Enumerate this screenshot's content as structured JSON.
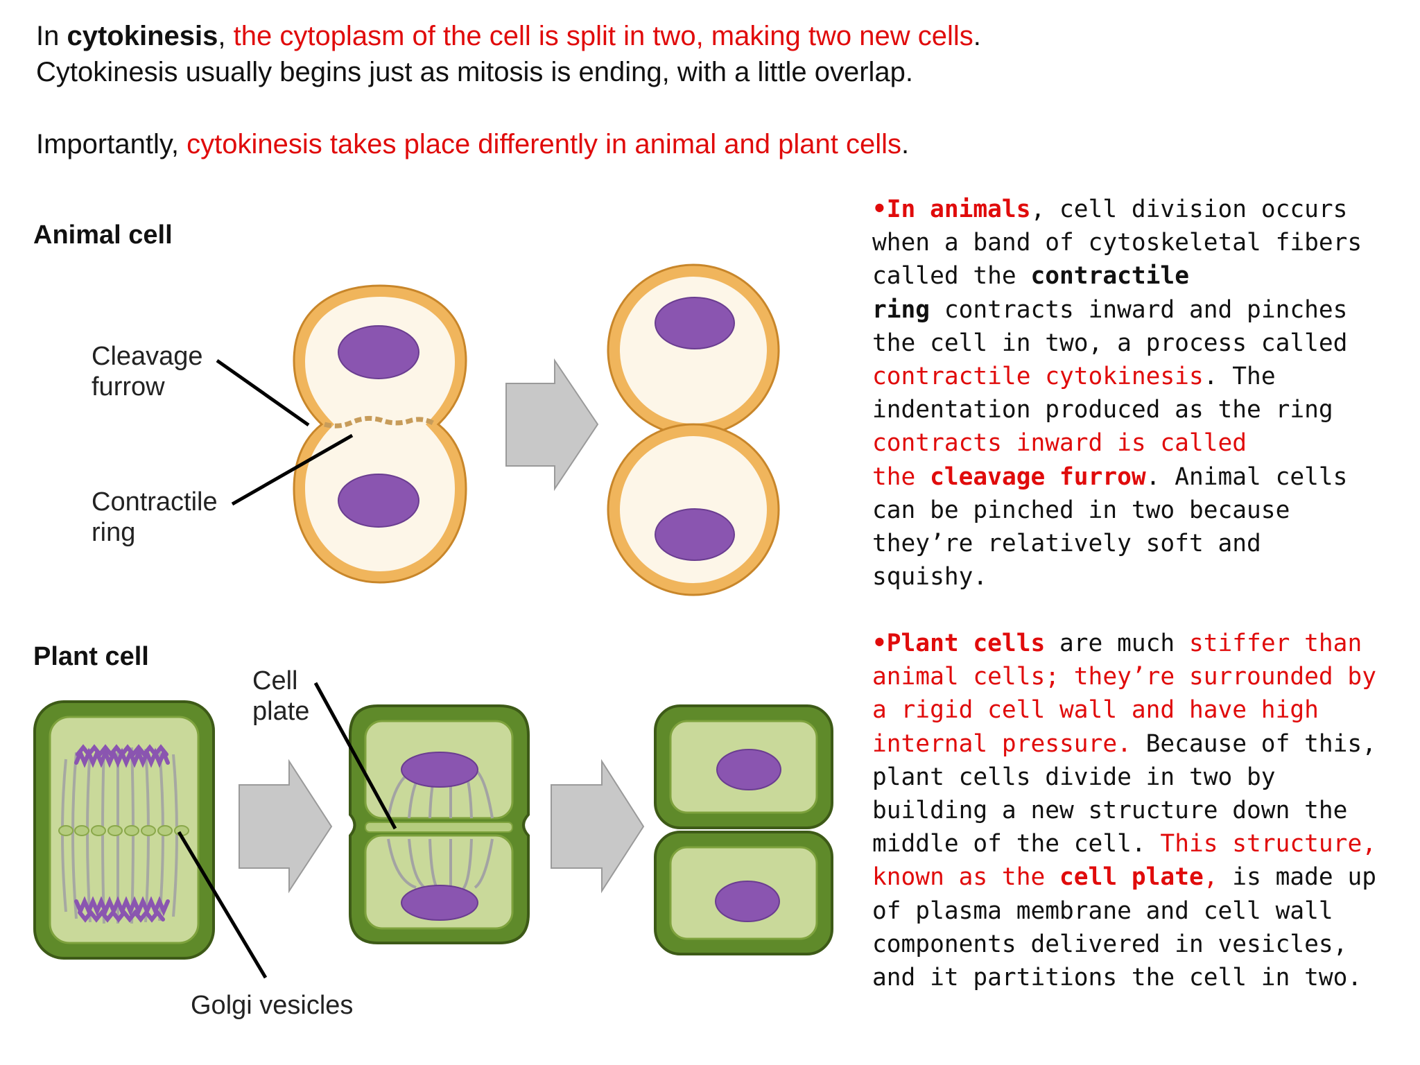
{
  "intro": {
    "line1_a": "In ",
    "line1_b": "cytokinesis",
    "line1_c": ", ",
    "line1_d": "the cytoplasm of the cell is split in two, making two new cells",
    "line1_e": ".",
    "line2": "Cytokinesis usually begins just as mitosis is ending, with a little overlap.",
    "line3_a": "Importantly, ",
    "line3_b": "cytokinesis takes place differently in animal and plant cells",
    "line3_c": "."
  },
  "animal_diagram": {
    "title": "Animal cell",
    "label_furrow_1": "Cleavage",
    "label_furrow_2": "furrow",
    "label_ring_1": "Contractile",
    "label_ring_2": "ring"
  },
  "plant_diagram": {
    "title": "Plant cell",
    "label_plate_1": "Cell",
    "label_plate_2": "plate",
    "label_golgi": "Golgi vesicles"
  },
  "animals_text": {
    "l1a": "•In animals",
    "l1b": ", cell division occurs",
    "l2": "when a band of cytoskeletal fibers",
    "l3a": "called the ",
    "l3b": "contractile",
    "l4a": "ring",
    "l4b": " contracts inward and pinches",
    "l5": "the cell in two, a process called",
    "l6a": "contractile cytokinesis",
    "l6b": ". The",
    "l7": "indentation produced as the ring",
    "l8": "contracts inward is called",
    "l9a": "the ",
    "l9b": "cleavage furrow",
    "l9c": ". Animal cells",
    "l10": "can be pinched in two because",
    "l11": "they’re relatively soft and",
    "l12": "squishy."
  },
  "plants_text": {
    "l1a": "•Plant cells",
    "l1b": " are much ",
    "l1c": "stiffer than",
    "l2": "animal cells; they’re surrounded by",
    "l3": "a rigid cell wall and have high",
    "l4a": "internal pressure.",
    "l4b": " Because of this,",
    "l5": "plant cells divide in two by",
    "l6": "building a new structure down the",
    "l7a": "middle of the cell. ",
    "l7b": "This structure,",
    "l8a": "known as the ",
    "l8b": "cell plate",
    "l8c": ",",
    "l8d": " is made up",
    "l9": "of plasma membrane and cell wall",
    "l10": "components delivered in vesicles,",
    "l11": "and it partitions the cell in two."
  },
  "colors": {
    "highlight_red": "#e00b0b",
    "animal_membrane": "#f0b55c",
    "animal_cytoplasm": "#fdf6e8",
    "nucleus": "#8a55b0",
    "plant_wall": "#5f8a2a",
    "plant_cytoplasm": "#c9d99a",
    "arrow_fill": "#c8c8c8"
  }
}
